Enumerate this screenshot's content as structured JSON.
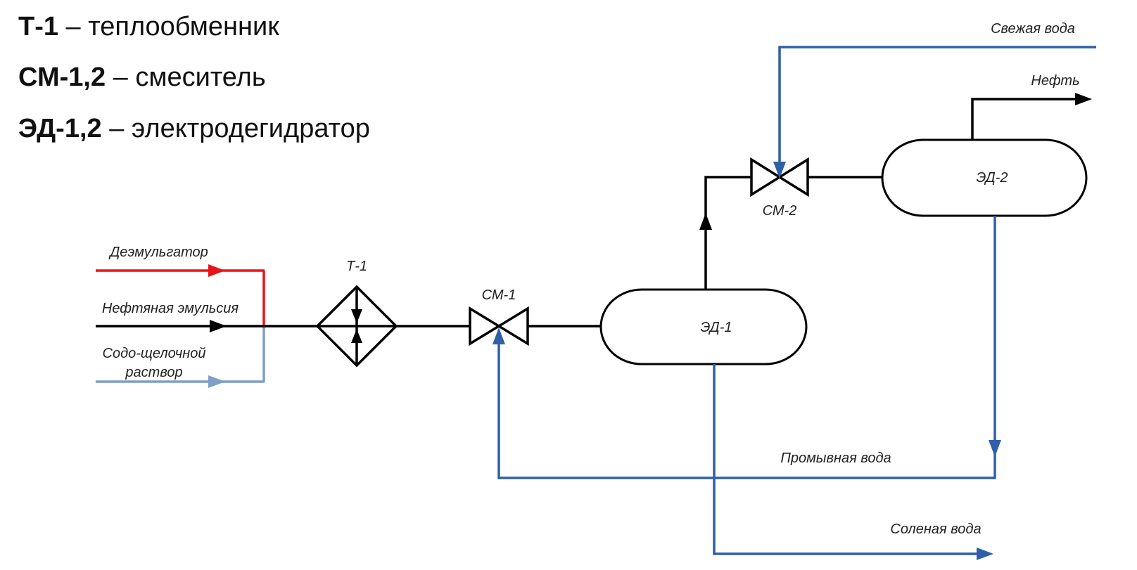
{
  "legend": [
    {
      "key": "Т-1",
      "desc": " – теплообменник"
    },
    {
      "key": "СМ-1,2",
      "desc": " – смеситель"
    },
    {
      "key": "ЭД-1,2",
      "desc": " – электродегидратор"
    }
  ],
  "equipment": {
    "t1": "Т-1",
    "cm1": "СМ-1",
    "cm2": "СМ-2",
    "ed1": "ЭД-1",
    "ed2": "ЭД-2"
  },
  "streams": {
    "demulsifier": "Деэмульгатор",
    "oil_emulsion": "Нефтяная эмульсия",
    "soda_line1": "Содо-щелочной",
    "soda_line2": "раствор",
    "fresh_water": "Свежая вода",
    "oil": "Нефть",
    "wash_water": "Промывная вода",
    "salt_water": "Соленая вода"
  },
  "colors": {
    "process": "#000000",
    "water": "#2f5fa6",
    "demulsifier": "#e8141a",
    "soda": "#7f9ec9"
  }
}
